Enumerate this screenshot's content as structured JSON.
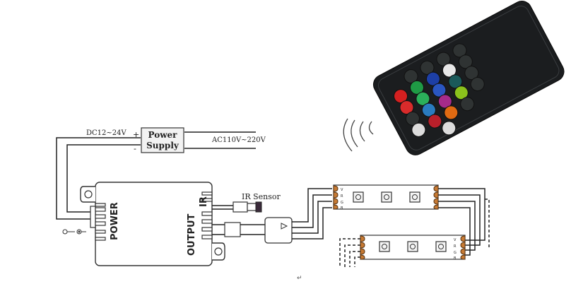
{
  "power_supply": {
    "title_line1": "Power",
    "title_line2": "Supply",
    "dc_label": "DC12~24V",
    "ac_label": "AC110V~220V",
    "plus_sign": "+",
    "minus_sign": "-"
  },
  "controller": {
    "power_port_label": "POWER",
    "output_port_label": "OUTPUT",
    "ir_port_label": "IR"
  },
  "ir_sensor": {
    "label": "IR Sensor"
  },
  "led_strip": {
    "channel_labels": [
      "V",
      "R",
      "G",
      "B"
    ]
  },
  "remote": {
    "button_colors": [
      "#2f3333",
      "#2f3333",
      "#2f3333",
      "#2f3333",
      "#d42020",
      "#1f9a45",
      "#1d3fa6",
      "#e8e8e8",
      "#2f3333",
      "#d92b2b",
      "#2bb05a",
      "#2a56c2",
      "#1b5a5a",
      "#2f3333",
      "#2f3333",
      "#2a7bbf",
      "#a62b8a",
      "#8bc21c",
      "#2f3333",
      "#dcdcdc",
      "#b81f2a",
      "#e06a12",
      "#2f3333",
      "#dcdcdc"
    ]
  },
  "footer_mark": "↵"
}
